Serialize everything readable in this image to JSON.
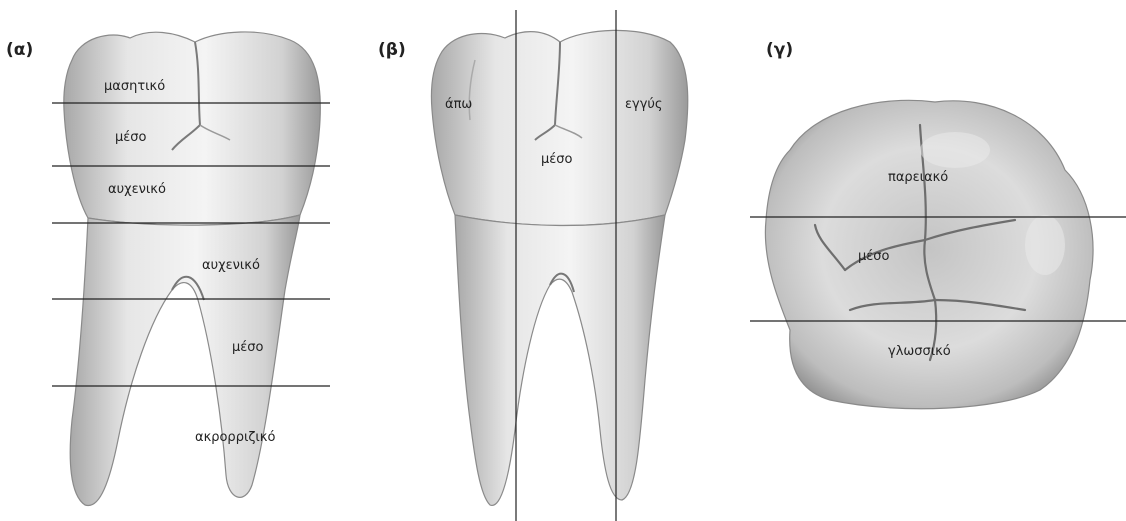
{
  "panels": [
    {
      "id": "a",
      "label": "(α)",
      "view": "side",
      "crown_labels": [
        "μασητικό",
        "μέσο",
        "αυχενικό"
      ],
      "root_labels": [
        "αυχενικό",
        "μέσο",
        "ακρορριζικό"
      ]
    },
    {
      "id": "b",
      "label": "(β)",
      "view": "front",
      "labels": [
        "άπω",
        "μέσο",
        "εγγύς"
      ]
    },
    {
      "id": "c",
      "label": "(γ)",
      "view": "occlusal",
      "labels": [
        "παρειακό",
        "μέσο",
        "γλωσσικό"
      ]
    }
  ],
  "colors": {
    "tooth_light": "#f2f2f2",
    "tooth_mid": "#d4d4d4",
    "tooth_dark": "#9c9c9c",
    "line": "#222222",
    "text": "#222222"
  }
}
